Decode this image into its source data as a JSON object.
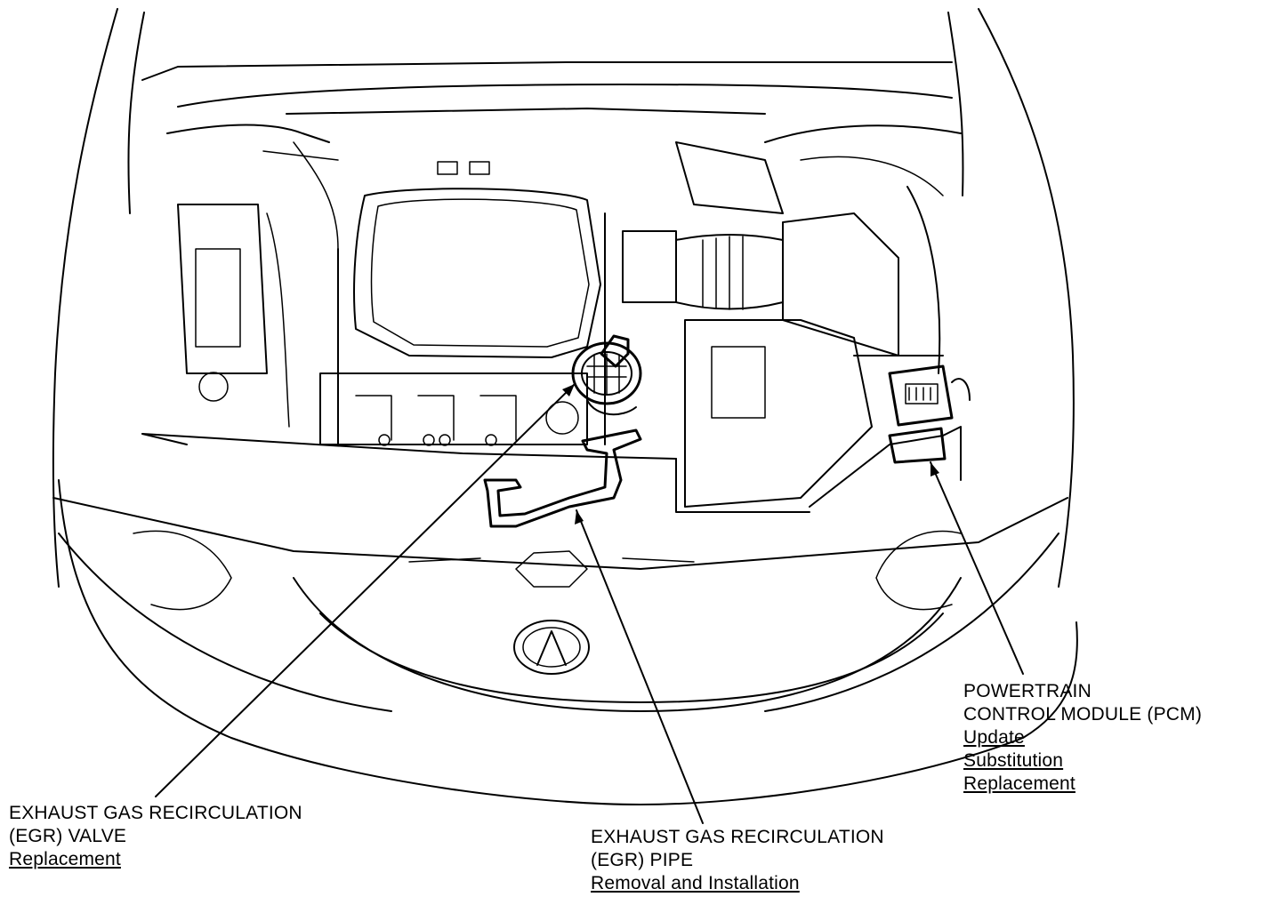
{
  "callouts": {
    "egr_valve": {
      "title_lines": [
        "EXHAUST GAS RECIRCULATION",
        "(EGR) VALVE"
      ],
      "links": [
        "Replacement"
      ]
    },
    "egr_pipe": {
      "title_lines": [
        "EXHAUST GAS RECIRCULATION",
        "(EGR) PIPE"
      ],
      "links": [
        "Removal and Installation"
      ]
    },
    "pcm": {
      "title_lines": [
        "POWERTRAIN",
        "CONTROL MODULE (PCM)"
      ],
      "links": [
        "Update",
        "Substitution",
        "Replacement"
      ]
    }
  },
  "colors": {
    "line": "#000000",
    "background": "#ffffff"
  }
}
